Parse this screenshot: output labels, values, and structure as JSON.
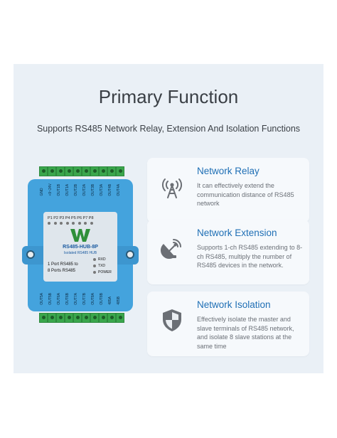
{
  "title": "Primary Function",
  "subtitle": "Supports RS485 Network Relay, Extension And Isolation Functions",
  "device": {
    "top_terminal_labels": [
      "GND",
      "+9~24V",
      "OUT1B",
      "OUT1A",
      "OUT2B",
      "OUT2A",
      "OUT3B",
      "OUT3A",
      "OUT4B",
      "OUT4A"
    ],
    "bottom_terminal_labels": [
      "OUT5A",
      "OUT5B",
      "OUT6A",
      "OUT6B",
      "OUT7A",
      "OUT7B",
      "OUT8A",
      "OUT8B",
      "485A",
      "485B"
    ],
    "port_leds_label": "P1 P2 P3 P4 P5 P6 P7 P8",
    "model": "RS485-HUB-8P",
    "model_sub": "Isolated RS485 HUB",
    "desc_line1": "1 Port RS485 to",
    "desc_line2": "8 Ports RS485",
    "status_rxd": "RXD",
    "status_txd": "TXD",
    "status_power": "POWER"
  },
  "cards": [
    {
      "icon": "tower-icon",
      "title": "Network Relay",
      "description": "It can effectively extend the communication distance of RS485 network"
    },
    {
      "icon": "satellite-dish-icon",
      "title": "Network Extension",
      "description": "Supports 1-ch RS485 extending to 8-ch RS485, multiply the number of RS485 devices in the network."
    },
    {
      "icon": "shield-icon",
      "title": "Network Isolation",
      "description": "Effectively isolate the master and slave terminals of RS485 network, and isolate 8 slave stations at the same time"
    }
  ],
  "colors": {
    "panel_bg": "#eaf0f6",
    "accent_blue": "#1f6fb5",
    "icon_gray": "#6b6f75",
    "device_blue": "#44a3dd",
    "terminal_green": "#3aa64c"
  }
}
